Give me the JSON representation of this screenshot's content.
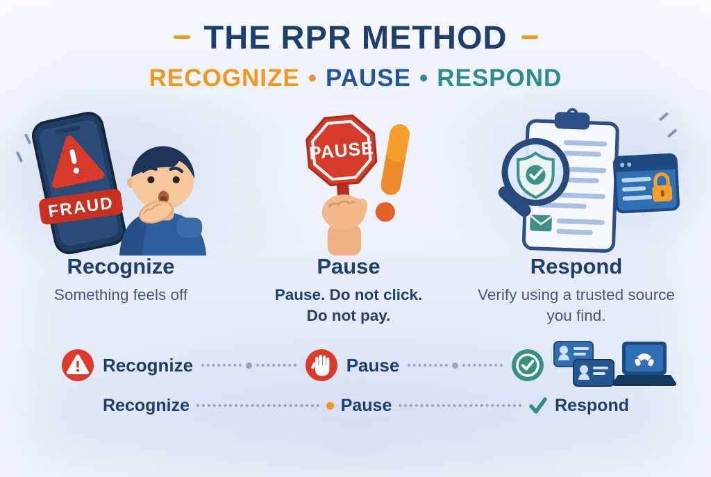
{
  "header": {
    "title": "THE RPR METHOD",
    "subtitle": {
      "recognize": "RECOGNIZE",
      "sep1": "•",
      "pause": "PAUSE",
      "sep2": "•",
      "respond": "RESPOND"
    }
  },
  "illustrations": {
    "phone_badge": "FRAUD",
    "stop_sign": "PAUSE"
  },
  "steps": [
    {
      "heading": "Recognize",
      "line1": "Something feels off"
    },
    {
      "heading": "Pause",
      "lead": "Pause.",
      "line1": "Do not click.",
      "line2": "Do not pay."
    },
    {
      "heading": "Respond",
      "line1": "Verify using a trusted source",
      "line2": "you find."
    }
  ],
  "flow1": {
    "recognize_label": "Recognize",
    "pause_label": "Pause"
  },
  "flow2": {
    "recognize_label": "Recognize",
    "pause_label": "Pause",
    "respond_label": "Respond"
  },
  "colors": {
    "navy": "#1d3f6e",
    "blue": "#2456a0",
    "orange": "#f0971f",
    "teal": "#2f8c8c",
    "red": "#d63a28"
  }
}
